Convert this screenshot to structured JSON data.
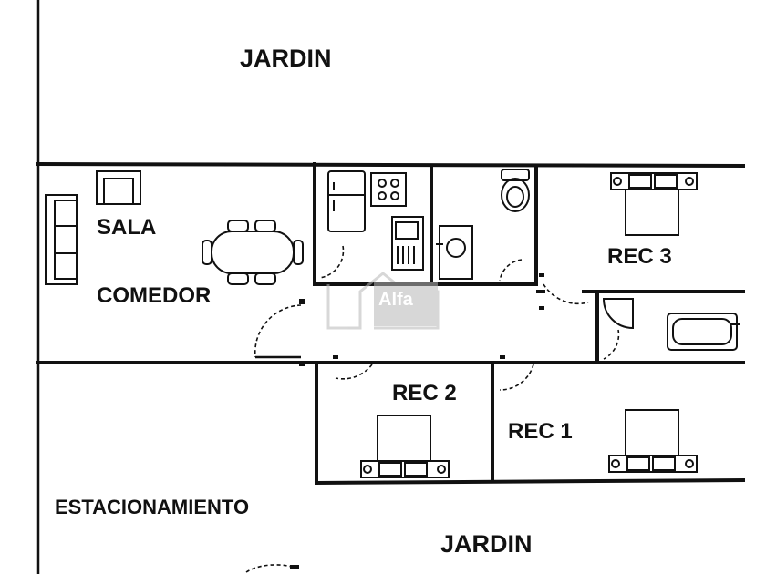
{
  "rooms": {
    "jardin_top": "JARDIN",
    "sala": "SALA",
    "comedor": "COMEDOR",
    "rec3": "REC 3",
    "rec2": "REC 2",
    "rec1": "REC 1",
    "estacionamiento": "ESTACIONAMIENTO",
    "jardin_bottom": "JARDIN"
  },
  "watermark": {
    "text": "Alfa"
  },
  "colors": {
    "wall": "#111111",
    "background": "#ffffff",
    "watermark": "#b8b8b8"
  }
}
